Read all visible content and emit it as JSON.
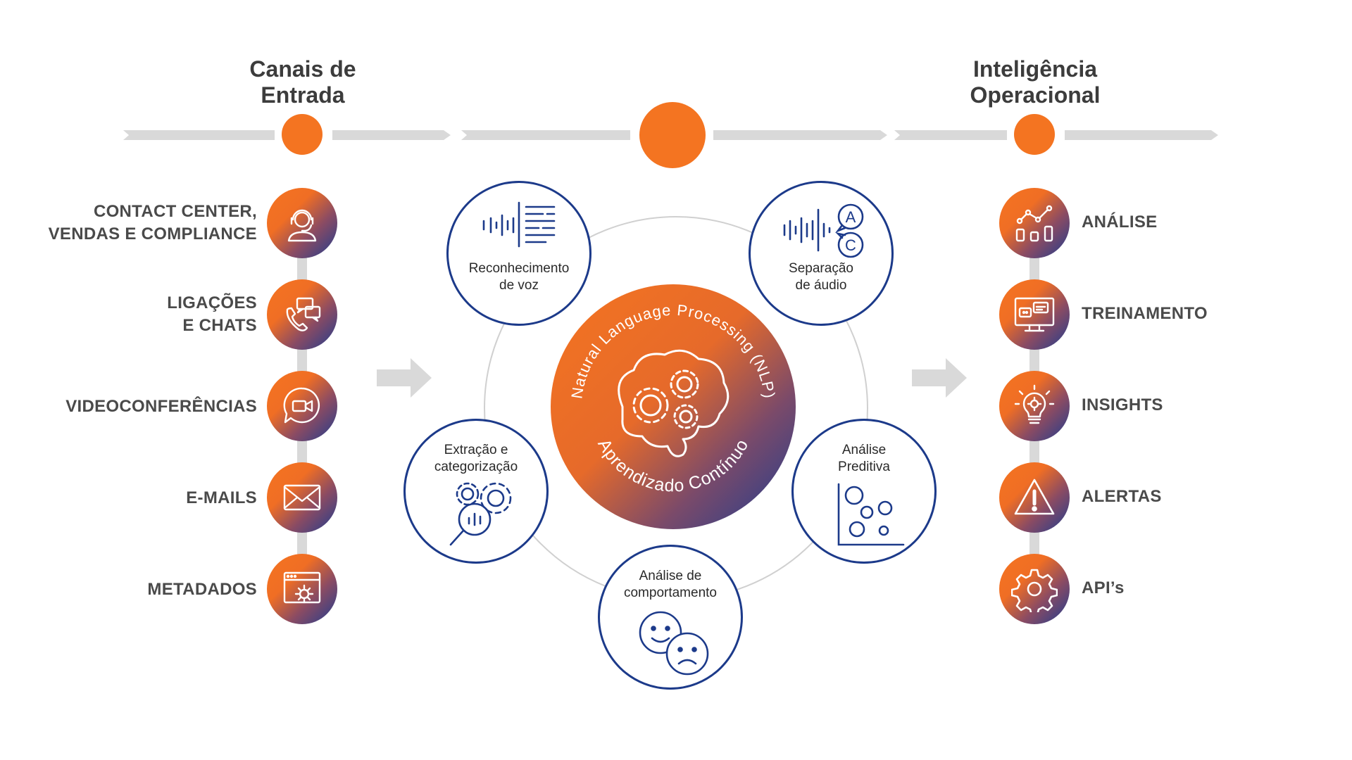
{
  "headings": {
    "inputs": [
      "Canais de",
      "Entrada"
    ],
    "outputs": [
      "Inteligência",
      "Operacional"
    ]
  },
  "input_channels": [
    {
      "lines": [
        "CONTACT CENTER,",
        "VENDAS E COMPLIANCE"
      ],
      "icon": "agent-headset-icon"
    },
    {
      "lines": [
        "LIGAÇÕES",
        "E CHATS"
      ],
      "icon": "phone-chat-icon"
    },
    {
      "lines": [
        "VIDEOCONFERÊNCIAS"
      ],
      "icon": "video-call-icon"
    },
    {
      "lines": [
        "E-MAILS"
      ],
      "icon": "envelope-icon"
    },
    {
      "lines": [
        "METADADOS"
      ],
      "icon": "browser-gear-icon"
    }
  ],
  "center": {
    "arc_top": "Natural Language Processing (NLP)",
    "arc_bottom": "Aprendizado Contínuo",
    "icon": "brain-gears-icon"
  },
  "processes": [
    {
      "lines": [
        "Reconhecimento",
        "de voz"
      ],
      "icon": "sound-wave-text-icon"
    },
    {
      "lines": [
        "Separação",
        "de áudio"
      ],
      "icon": "audio-speakers-ac-icon"
    },
    {
      "lines": [
        "Extração e",
        "categorização"
      ],
      "icon": "gears-magnifier-icon"
    },
    {
      "lines": [
        "Análise",
        "Preditiva"
      ],
      "icon": "scatter-plot-icon"
    },
    {
      "lines": [
        "Análise de",
        "comportamento"
      ],
      "icon": "happy-sad-faces-icon"
    }
  ],
  "outputs": [
    {
      "label": "ANÁLISE",
      "icon": "analytics-chart-icon"
    },
    {
      "label": "TREINAMENTO",
      "icon": "screen-training-icon"
    },
    {
      "label": "INSIGHTS",
      "icon": "lightbulb-gear-icon"
    },
    {
      "label": "ALERTAS",
      "icon": "warning-triangle-icon"
    },
    {
      "label": "API’s",
      "icon": "gear-icon"
    }
  ],
  "colors": {
    "orange": "#f47421",
    "navy": "#1c3a8a",
    "track_gray": "#d9d9d9",
    "text": "#4a4a4a"
  }
}
